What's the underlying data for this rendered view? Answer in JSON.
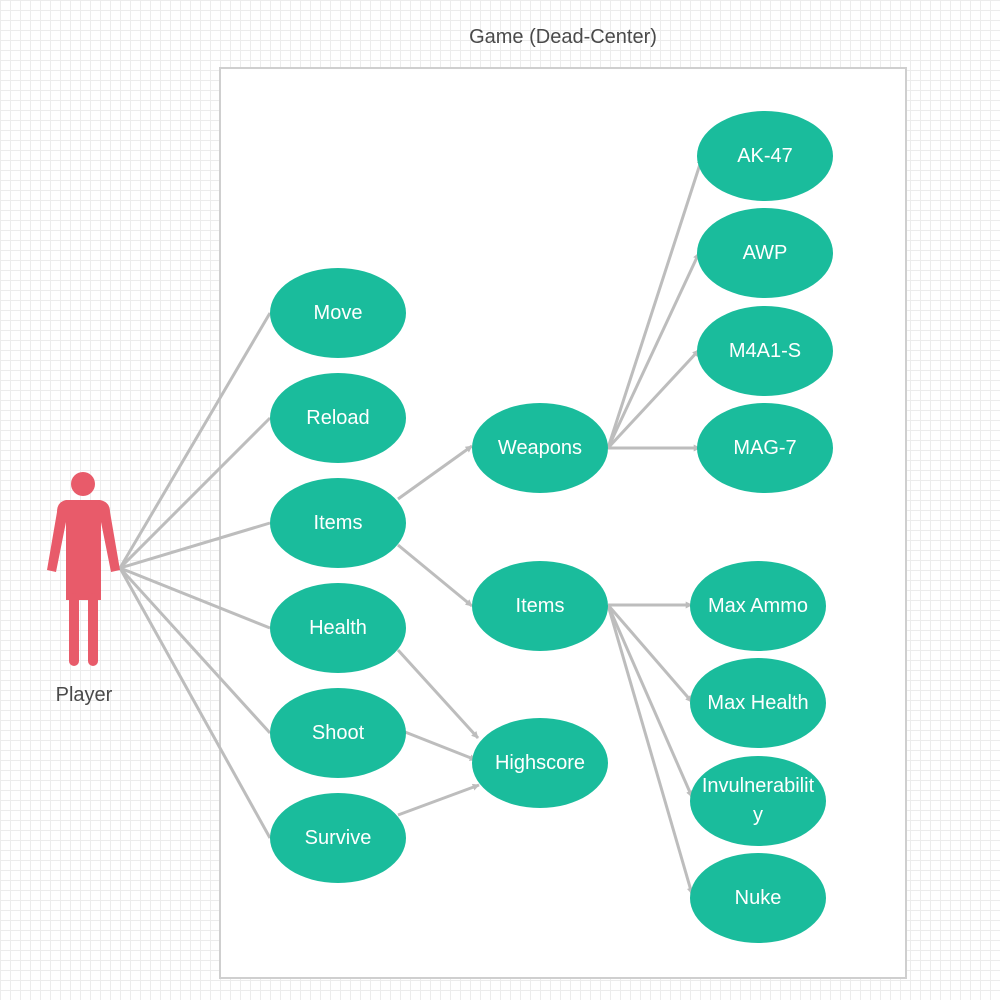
{
  "diagram": {
    "system_title": "Game (Dead-Center)",
    "actor": {
      "label": "Player",
      "color": "#e85b6a"
    },
    "colors": {
      "use_case_fill": "#1abc9c",
      "connector": "#bdbdbd",
      "boundary": "#cfcfcf"
    },
    "use_cases": {
      "move": "Move",
      "reload": "Reload",
      "items": "Items",
      "health": "Health",
      "shoot": "Shoot",
      "survive": "Survive",
      "weapons": "Weapons",
      "items_sub": "Items",
      "highscore": "Highscore",
      "ak47": "AK-47",
      "awp": "AWP",
      "m4a1s": "M4A1-S",
      "mag7": "MAG-7",
      "max_ammo": "Max Ammo",
      "max_health": "Max Health",
      "invulnerability": "Invulnerability",
      "nuke": "Nuke"
    }
  }
}
